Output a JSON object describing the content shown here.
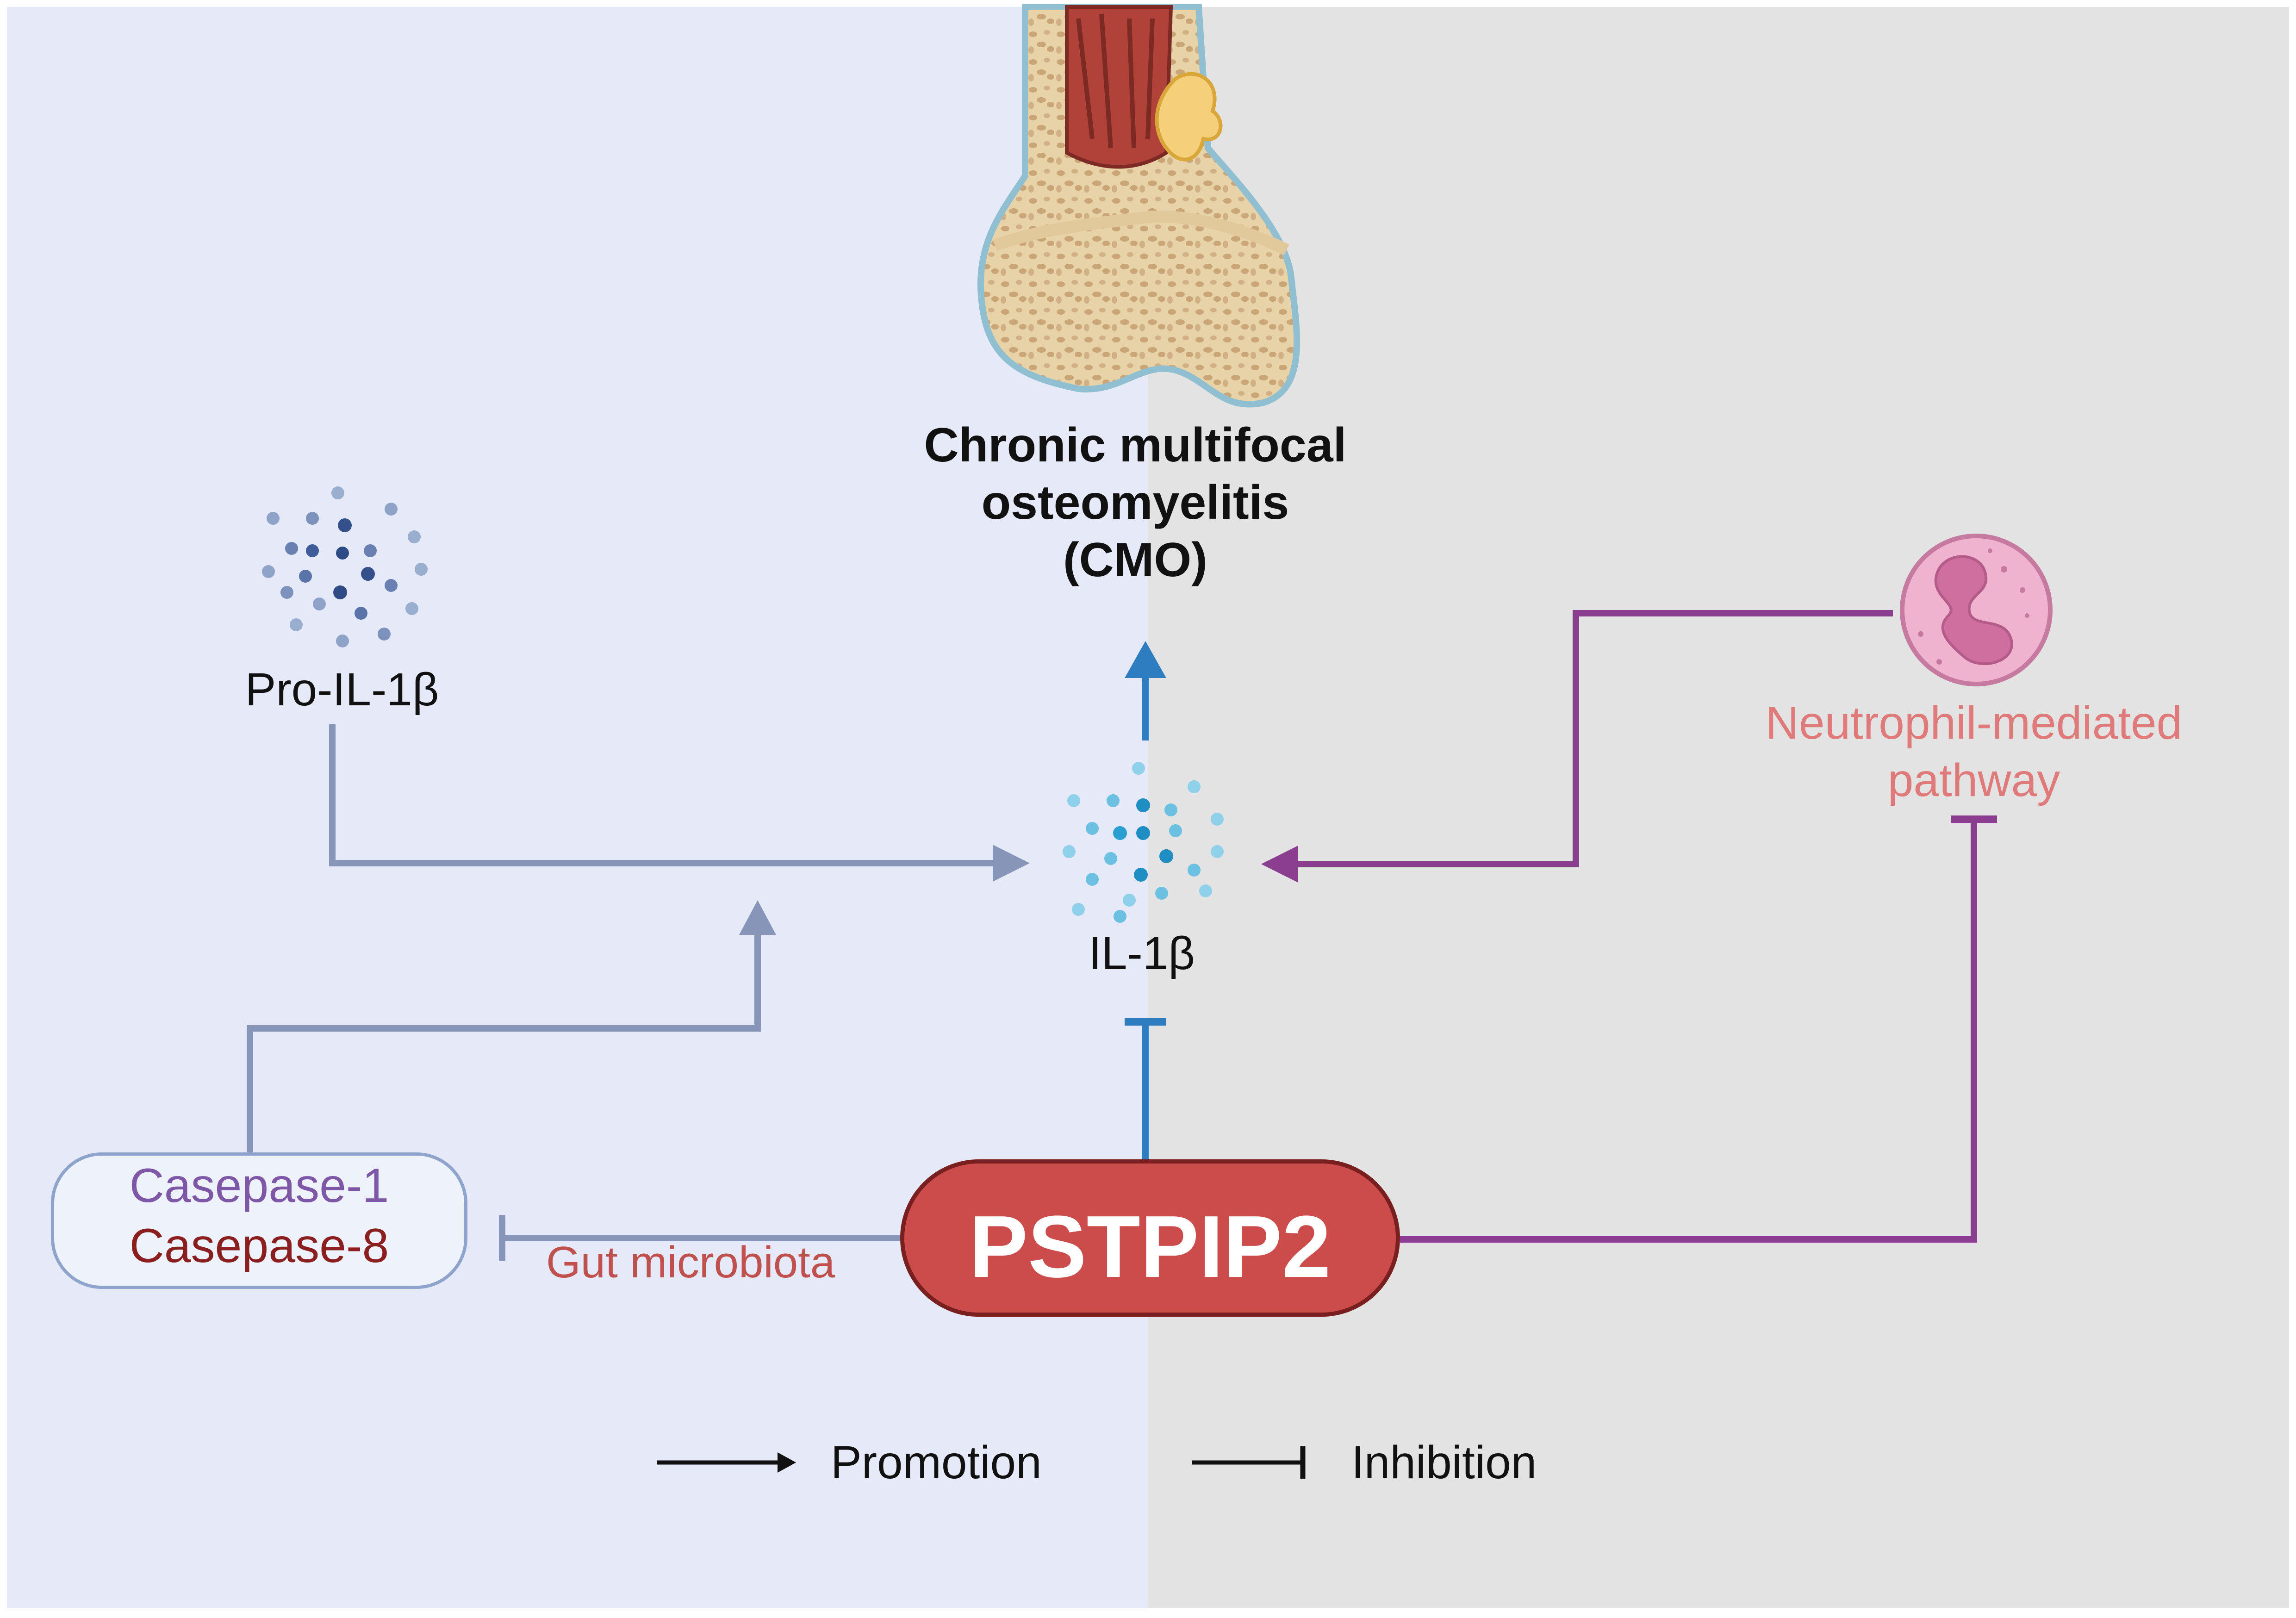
{
  "title": {
    "line1": "Chronic multifocal",
    "line2": "osteomyelitis",
    "line3": "(CMO)"
  },
  "nodes": {
    "pro_il1b": "Pro-IL-1β",
    "il1b": "IL-1β",
    "neutrophil": {
      "line1": "Neutrophil-mediated",
      "line2": "pathway"
    },
    "caspase1": "Casepase-1",
    "caspase8": "Casepase-8",
    "pstpip2": "PSTPIP2",
    "gut_microbiota": "Gut microbiota"
  },
  "legend": {
    "promotion": "Promotion",
    "inhibition": "Inhibition"
  },
  "colors": {
    "left_panel": "#e5e9f8",
    "right_panel": "#e3e3e3",
    "slate_arrow": "#8796b8",
    "blue_arrow": "#2f7dc1",
    "purple_arrow": "#8b3e8f",
    "pstpip2_fill": "#cc4b4b",
    "pstpip2_border": "#7a1f1f",
    "neutrophil_text": "#e07a7a",
    "caspase1_text": "#7e57a6",
    "caspase8_text": "#8b1f1f"
  },
  "icons": {
    "bone": "bone-cross-section-icon",
    "neutrophil": "neutrophil-cell-icon",
    "pro_il1b": "pro-il1b-particles-icon",
    "il1b": "il1b-particles-icon"
  }
}
